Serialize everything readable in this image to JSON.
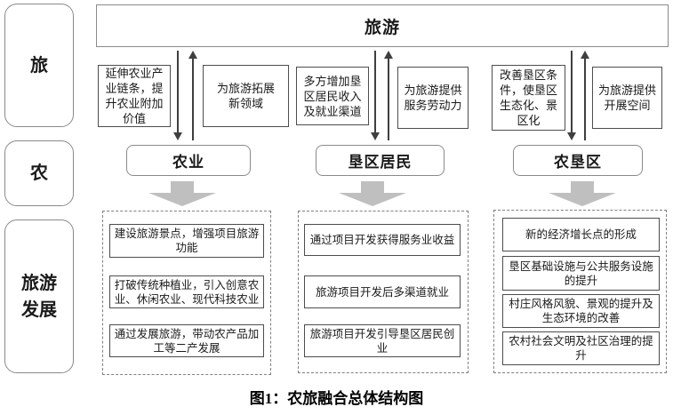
{
  "caption": "图1：农旅融合总体结构图",
  "side_labels": {
    "tourism": "旅",
    "agriculture": "农",
    "development": "旅游发展"
  },
  "tourism_box": {
    "label": "旅游"
  },
  "groups": [
    {
      "entity": "农业",
      "tourism_to_entity": "延伸农业产业链条，提升农业附加价值",
      "entity_to_tourism": "为旅游拓展新领域",
      "outcomes": [
        "建设旅游景点，增强项目旅游功能",
        "打破传统种植业，引入创意农业、休闲农业、现代科技农业",
        "通过发展旅游，带动农产品加工等二产发展"
      ]
    },
    {
      "entity": "垦区居民",
      "tourism_to_entity": "多方增加垦区居民收入及就业渠道",
      "entity_to_tourism": "为旅游提供服务劳动力",
      "outcomes": [
        "通过项目开发获得服务业收益",
        "旅游项目开发后多渠道就业",
        "旅游项目开发引导垦区居民创业"
      ]
    },
    {
      "entity": "农垦区",
      "tourism_to_entity": "改善垦区条件，使垦区生态化、景区化",
      "entity_to_tourism": "为旅游提供开展空间",
      "outcomes": [
        "新的经济增长点的形成",
        "垦区基础设施与公共服务设施的提升",
        "村庄风格风貌、景观的提升及生态环境的改善",
        "农村社会文明及社区治理的提升"
      ]
    }
  ],
  "colors": {
    "box_border_dark": "#4d4d4d",
    "box_border_gray": "#8a8a8a",
    "dashed_border": "#7f7f7f",
    "arrow_line": "#3f3f3f",
    "flow_arrow_gray": "#bfbfbf"
  }
}
